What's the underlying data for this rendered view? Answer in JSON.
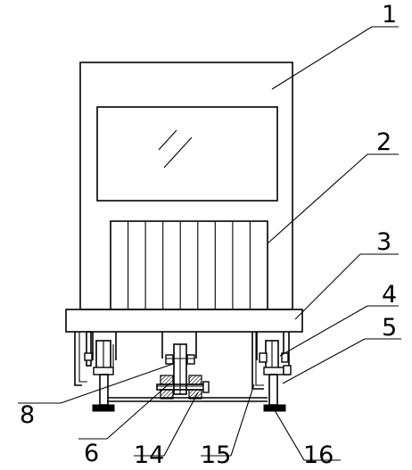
{
  "labels": {
    "l1": "1",
    "l2": "2",
    "l3": "3",
    "l4": "4",
    "l5": "5",
    "l6": "6",
    "l8": "8",
    "l14": "14",
    "l15": "15",
    "l16": "16"
  }
}
